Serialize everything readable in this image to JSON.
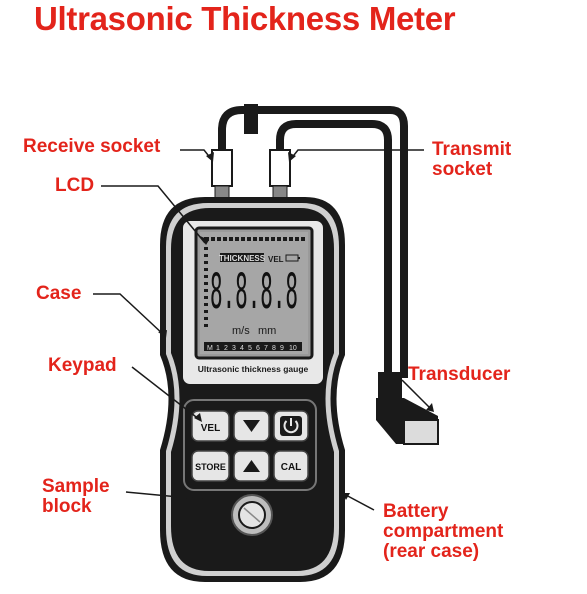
{
  "title": "Ultrasonic Thickness Meter",
  "labels": {
    "receive_socket": "Receive socket",
    "lcd": "LCD",
    "case": "Case",
    "keypad": "Keypad",
    "sample_block_line1": "Sample",
    "sample_block_line2": "block",
    "transmit_socket_line1": "Transmit",
    "transmit_socket_line2": "socket",
    "transducer": "Transducer",
    "battery_line1": "Battery",
    "battery_line2": "compartment",
    "battery_line3": "(rear case)"
  },
  "device": {
    "lcd_thickness": "THICKNESS",
    "lcd_vel": "VEL",
    "lcd_digits": "8.8.8.8",
    "lcd_units_ms": "m/s",
    "lcd_units_mm": "mm",
    "lcd_memory": [
      "M",
      "1",
      "2",
      "3",
      "4",
      "5",
      "6",
      "7",
      "8",
      "9",
      "10"
    ],
    "caption": "Ultrasonic thickness gauge",
    "keys": {
      "vel": "VEL",
      "store": "STORE",
      "cal": "CAL",
      "down_icon": "triangle-down",
      "up_icon": "triangle-up",
      "power_icon": "power"
    }
  },
  "colors": {
    "label_red": "#e3241b"
  }
}
